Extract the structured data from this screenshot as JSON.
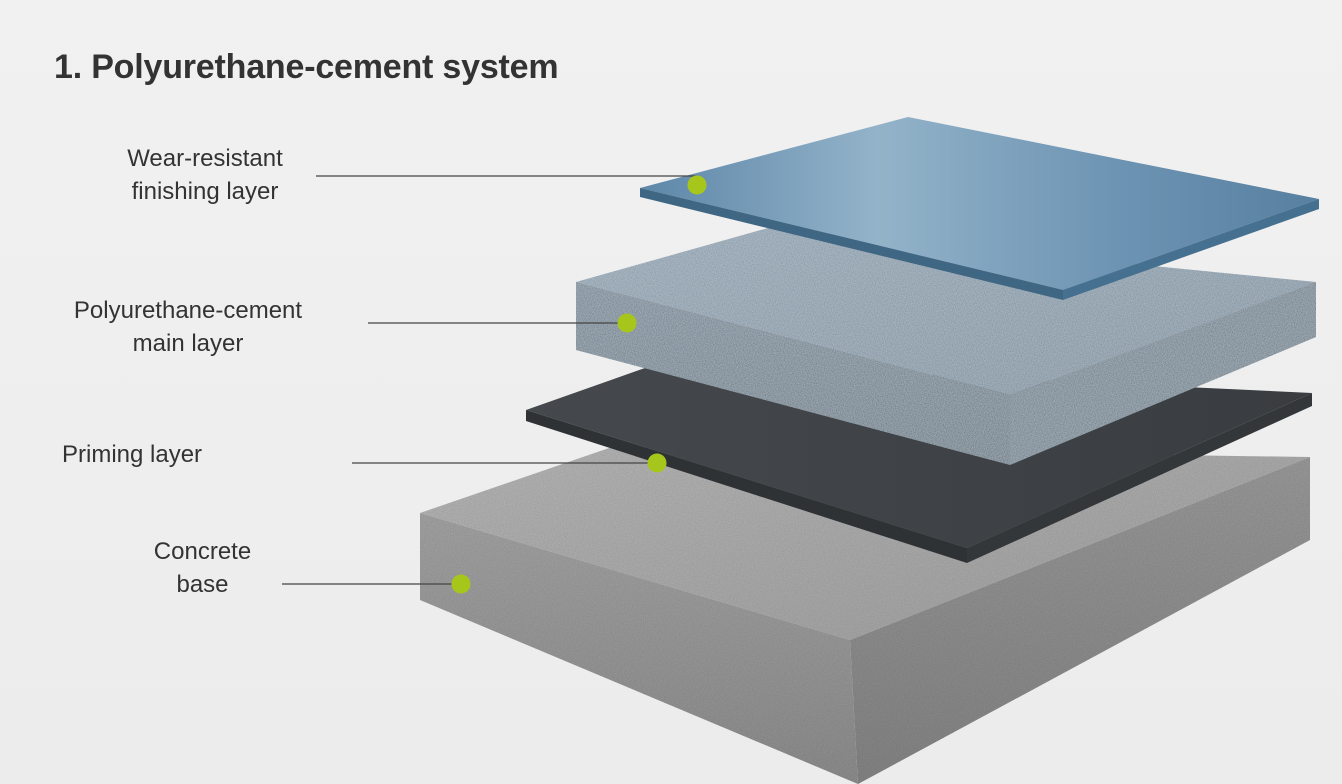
{
  "title": "1. Polyurethane-cement system",
  "layers": [
    {
      "line1": "Wear-resistant",
      "line2": "finishing layer"
    },
    {
      "line1": "Polyurethane-cement",
      "line2": "main layer"
    },
    {
      "line1": "Priming layer",
      "line2": ""
    },
    {
      "line1": "Concrete",
      "line2": "base"
    }
  ],
  "colors": {
    "background": "#efefef",
    "text": "#333333",
    "leader_line": "#444444",
    "marker": "#a7c61c",
    "finishing_layer": "#5f89ad",
    "main_layer": "#6b7f8e",
    "priming_layer": "#3e4246",
    "concrete": "#9a9a9a"
  }
}
